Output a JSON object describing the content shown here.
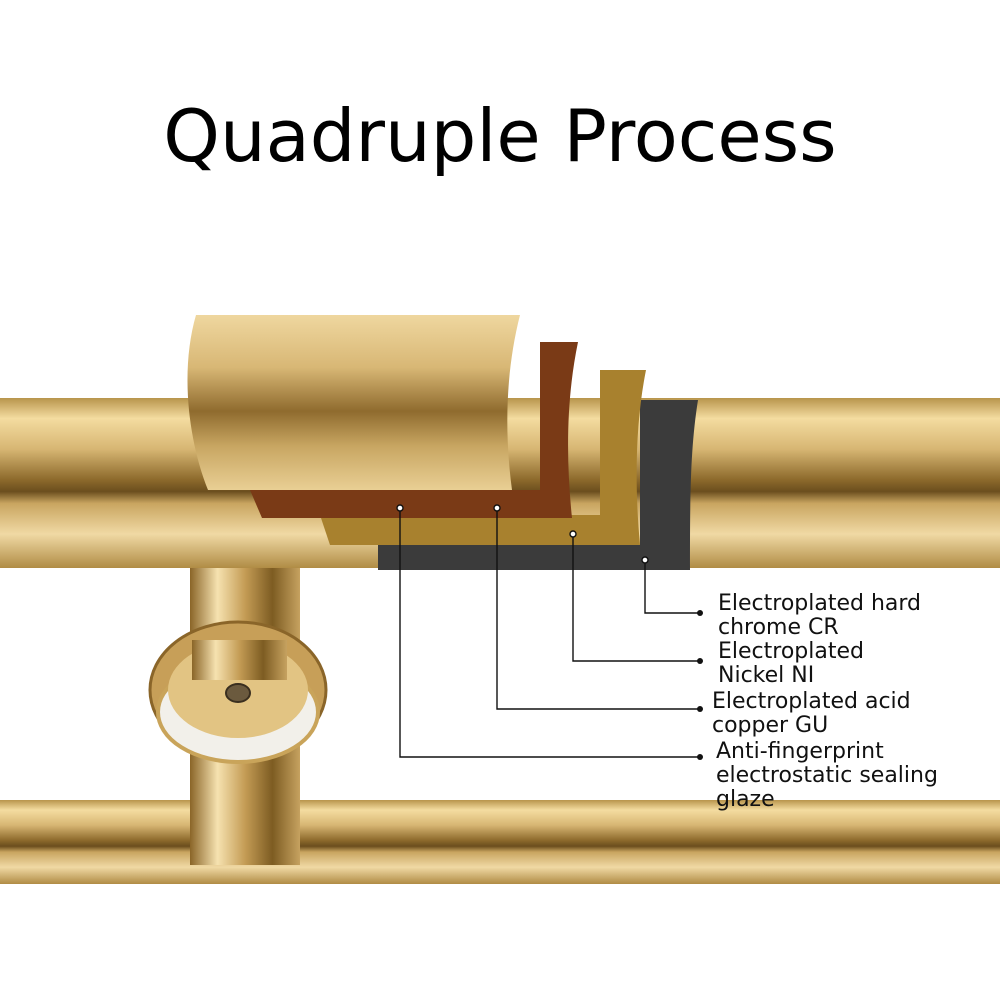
{
  "title": "Quadruple Process",
  "layers": [
    {
      "name": "chrome-layer",
      "color": "#c9a45a"
    },
    {
      "name": "copper-layer",
      "color": "#7a3a16"
    },
    {
      "name": "nickel-layer",
      "color": "#a8812e"
    },
    {
      "name": "glaze-layer",
      "color": "#3b3b3b"
    }
  ],
  "callouts": [
    {
      "id": "hard-chrome",
      "line1": "Electroplated hard",
      "line2": "chrome CR",
      "line3": ""
    },
    {
      "id": "nickel",
      "line1": "Electroplated",
      "line2": "Nickel NI",
      "line3": ""
    },
    {
      "id": "acid-copper",
      "line1": "Electroplated acid",
      "line2": "copper GU",
      "line3": ""
    },
    {
      "id": "sealing-glaze",
      "line1": "Anti-fingerprint",
      "line2": "electrostatic sealing",
      "line3": "glaze"
    }
  ]
}
